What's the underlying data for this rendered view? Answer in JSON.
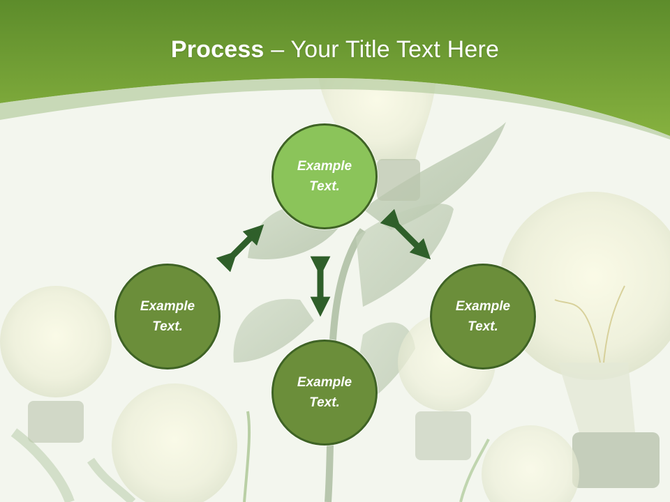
{
  "slide": {
    "title_bold": "Process",
    "title_rest": " – Your Title Text Here"
  },
  "nodes": {
    "top": {
      "line1": "Example",
      "line2": "Text."
    },
    "left": {
      "line1": "Example",
      "line2": "Text."
    },
    "right": {
      "line1": "Example",
      "line2": "Text."
    },
    "bottom": {
      "line1": "Example",
      "line2": "Text."
    }
  },
  "colors": {
    "header_green": "#78a83a",
    "node_light": "#8bc45a",
    "node_dark": "#6b8e3a",
    "arrow": "#2f5f2a"
  },
  "background": {
    "theme": "lightbulb-plants-photo"
  }
}
